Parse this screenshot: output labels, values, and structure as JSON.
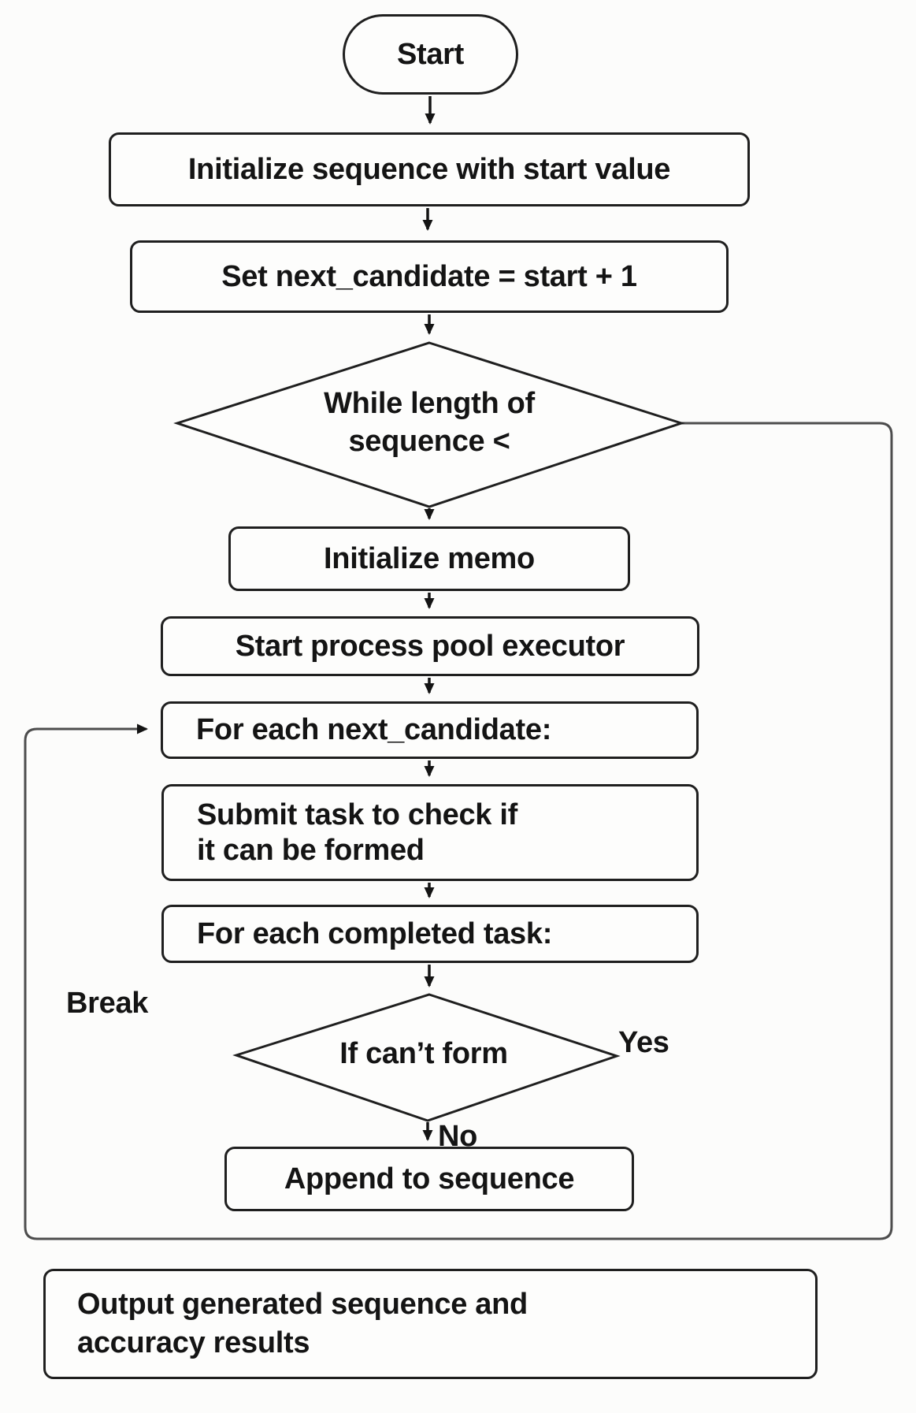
{
  "diagram": {
    "title_hint": "Flowchart of sequence generation algorithm",
    "background_color": "#fcfcfb",
    "shape_border_color": "#1f1f1f",
    "loop_line_color": "#4d4d4d",
    "text_color": "#141414"
  },
  "nodes": {
    "start": {
      "shape": "terminator",
      "label": "Start"
    },
    "init_sequence": {
      "shape": "process",
      "label": "Initialize sequence with start value"
    },
    "set_candidate": {
      "shape": "process",
      "label": "Set next_candidate = start + 1"
    },
    "while_loop": {
      "shape": "decision",
      "label_line1": "While length of",
      "label_line2": "sequence <"
    },
    "init_memo": {
      "shape": "process",
      "label": "Initialize memo"
    },
    "start_pool": {
      "shape": "process",
      "label": "Start process pool executor"
    },
    "for_each_candidate": {
      "shape": "process",
      "label": "For each next_candidate:"
    },
    "submit_task": {
      "shape": "process",
      "label_line1": "Submit task to check if",
      "label_line2": "it can be formed"
    },
    "for_each_completed": {
      "shape": "process",
      "label": "For each completed task:"
    },
    "if_cant_form": {
      "shape": "decision",
      "label": "If can’t form"
    },
    "append_sequence": {
      "shape": "process",
      "label": "Append to sequence"
    },
    "output_results": {
      "shape": "process",
      "label_line1": "Output generated sequence and",
      "label_line2": "accuracy results"
    }
  },
  "edge_labels": {
    "yes": "Yes",
    "no": "No",
    "break": "Break"
  }
}
